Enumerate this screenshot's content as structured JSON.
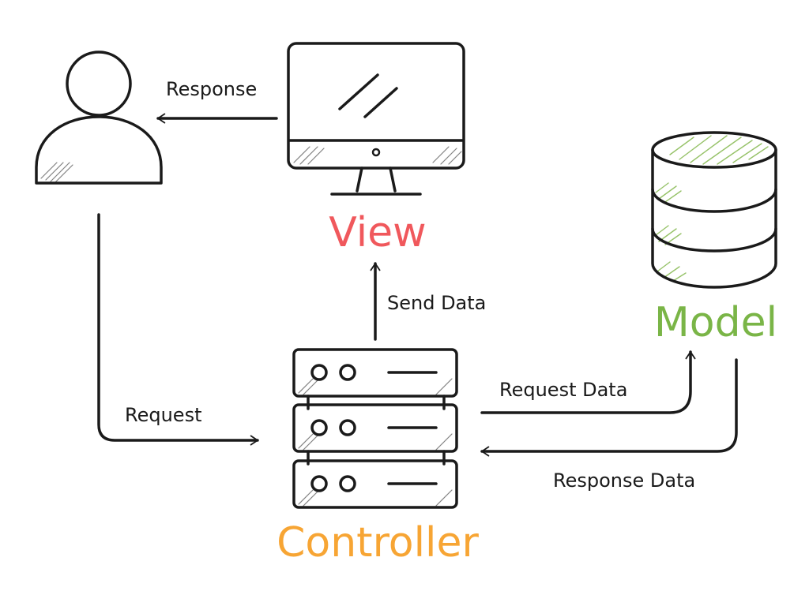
{
  "nodes": {
    "view": {
      "label": "View",
      "color": "#f0585c"
    },
    "model": {
      "label": "Model",
      "color": "#7ab547"
    },
    "controller": {
      "label": "Controller",
      "color": "#f7a534"
    }
  },
  "edges": {
    "response": "Response",
    "request": "Request",
    "send_data": "Send Data",
    "request_data": "Request Data",
    "response_data": "Response Data"
  },
  "icons": {
    "user": "user-icon",
    "view": "monitor-icon",
    "controller": "server-icon",
    "model": "database-icon"
  }
}
